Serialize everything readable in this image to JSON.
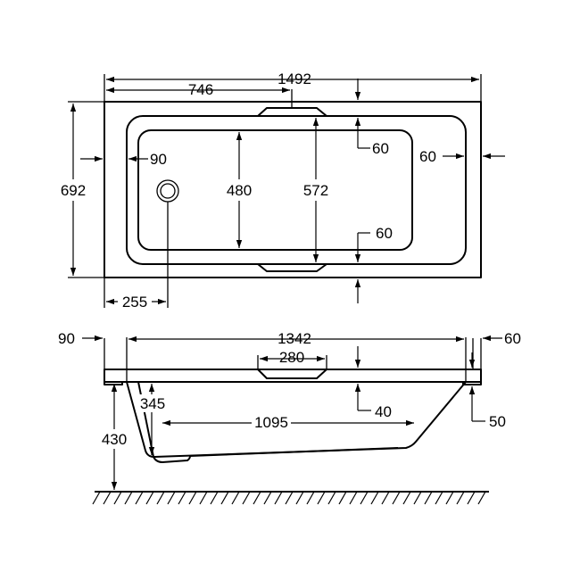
{
  "top_view": {
    "overall_length": "1492",
    "half_length": "746",
    "overall_width": "692",
    "inner_length_width": "480",
    "inner_width": "572",
    "rim_left": "90",
    "rim_right": "60",
    "rim_top": "60",
    "rim_bottom": "60",
    "waste_offset": "255"
  },
  "side_view": {
    "rim_left": "90",
    "rim_right": "60",
    "inner_length": "1342",
    "handle_width": "280",
    "rim_thickness": "40",
    "right_rim_thickness": "50",
    "depth": "345",
    "height": "430",
    "floor_length": "1095"
  },
  "icons": {
    "waste": "waste-outlet-icon",
    "floor": "floor-hatch-icon"
  }
}
